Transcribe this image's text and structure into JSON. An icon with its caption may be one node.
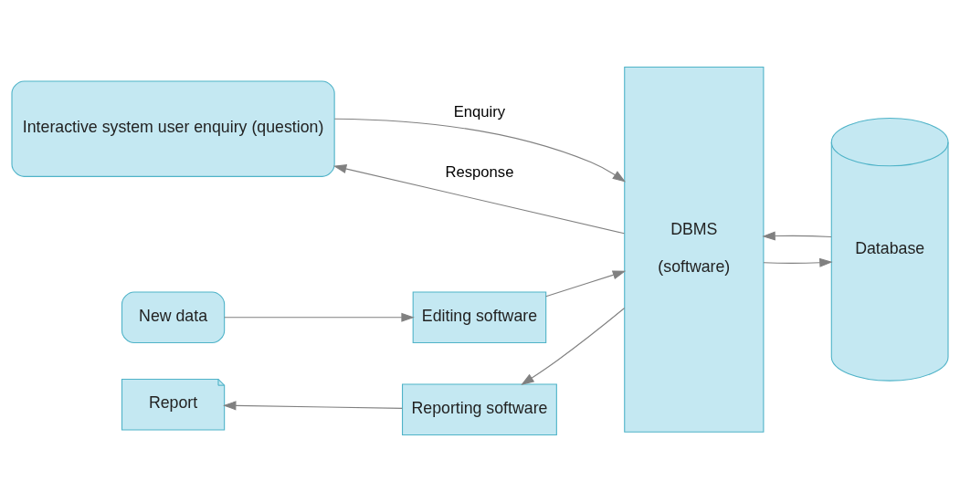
{
  "diagram": {
    "nodes": [
      {
        "text": [
          "Interactive system user enquiry (question)"
        ]
      },
      {
        "text": [
          "New data"
        ]
      },
      {
        "text": [
          "Editing software"
        ]
      },
      {
        "text": [
          "Report"
        ]
      },
      {
        "text": [
          "Reporting software"
        ]
      },
      {
        "text": [
          "DBMS",
          "(software)"
        ]
      },
      {
        "text": [
          "Database"
        ]
      }
    ],
    "edges": [
      {
        "from": 0,
        "to": 5,
        "label": "Enquiry",
        "arrow": "to"
      },
      {
        "from": 5,
        "to": 0,
        "label": "Response",
        "arrow": "to"
      },
      {
        "from": 1,
        "to": 2,
        "arrow": "to"
      },
      {
        "from": 2,
        "to": 5,
        "arrow": "to"
      },
      {
        "from": 5,
        "to": 6,
        "arrow": "to"
      },
      {
        "from": 6,
        "to": 5,
        "arrow": "to"
      },
      {
        "from": 5,
        "to": 4,
        "arrow": "to"
      },
      {
        "from": 4,
        "to": 3,
        "arrow": "to"
      }
    ]
  }
}
